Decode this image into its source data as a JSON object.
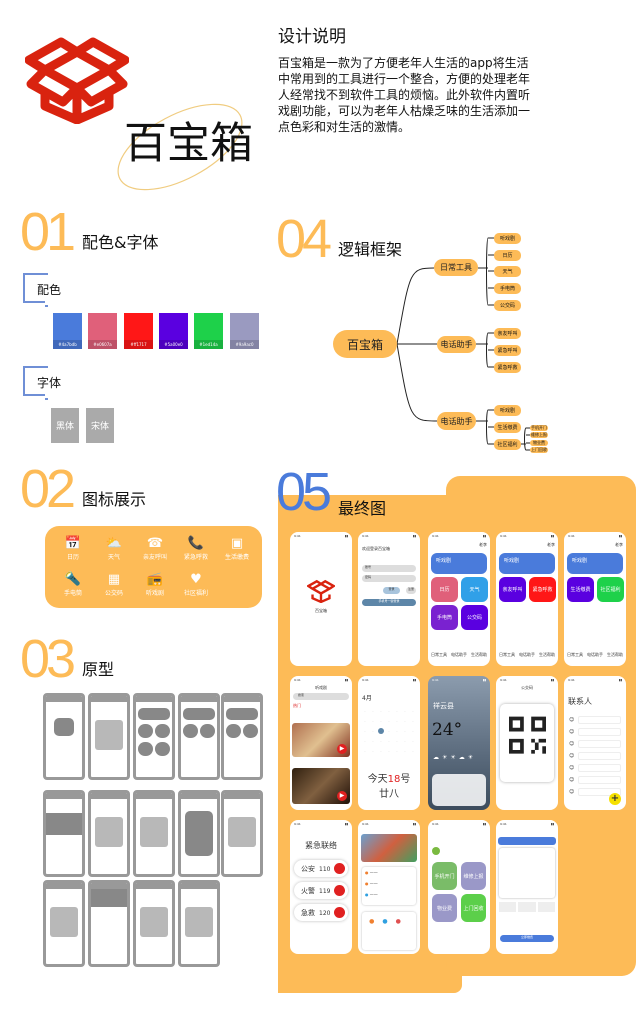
{
  "header": {
    "app_name": "百宝箱",
    "design_title": "设计说明",
    "design_text": "百宝箱是一款为了方便老年人生活的app将生活中常用到的工具进行一个整合，方便的处理老年人经常找不到软件工具的烦恼。此外软件内置听戏剧功能，可以为老年人枯燥乏味的生活添加一点色彩和对生活的激情。"
  },
  "colors": {
    "accent": "#FDBB57",
    "logo": "#D9230F",
    "number_blue": "#4A7BDB"
  },
  "section01": {
    "num": "01",
    "title": "配色&字体",
    "color_label": "配色",
    "font_label": "字体",
    "swatches": [
      {
        "hex": "#4a7bdb"
      },
      {
        "hex": "#e0607a"
      },
      {
        "hex": "#ff1717"
      },
      {
        "hex": "#5a00e0"
      },
      {
        "hex": "#1ed14a"
      },
      {
        "hex": "#9a9ac0"
      }
    ],
    "fonts": [
      "黑体",
      "宋体"
    ]
  },
  "section04": {
    "num": "04",
    "title": "逻辑框架",
    "root": "百宝箱",
    "branches": [
      {
        "label": "日常工具",
        "leaves": [
          "听戏剧",
          "日历",
          "天气",
          "手电筒",
          "公交码"
        ]
      },
      {
        "label": "电话助手",
        "leaves": [
          "亲友呼叫",
          "紧急呼叫",
          "紧急呼救"
        ]
      },
      {
        "label": "电话助手",
        "leaves": [
          "听戏剧",
          "生活缴费",
          "社区福利"
        ],
        "sub": [
          "手机开门",
          "维修上报",
          "物业费",
          "上门回收"
        ]
      }
    ]
  },
  "section02": {
    "num": "02",
    "title": "图标展示",
    "icons": [
      {
        "label": "日历",
        "glyph": "📅"
      },
      {
        "label": "天气",
        "glyph": "⛅"
      },
      {
        "label": "亲友呼叫",
        "glyph": "☎"
      },
      {
        "label": "紧急呼救",
        "glyph": "📞"
      },
      {
        "label": "生活缴费",
        "glyph": "▣"
      },
      {
        "label": "手电筒",
        "glyph": "🔦"
      },
      {
        "label": "公交码",
        "glyph": "▦"
      },
      {
        "label": "听戏剧",
        "glyph": "📻"
      },
      {
        "label": "社区福利",
        "glyph": "♥"
      }
    ]
  },
  "section03": {
    "num": "03",
    "title": "原型"
  },
  "section05": {
    "num": "05",
    "title": "最终图",
    "splash": {
      "name": "百宝箱"
    },
    "login": {
      "title": "欢迎登录百宝箱",
      "phone": "账号",
      "code": "密码",
      "btn1": "登录",
      "btn2": "注册",
      "btn3": "手机号一键登录"
    },
    "home": {
      "user": "老李",
      "banner": "听戏剧",
      "tiles1": [
        "日历",
        "天气",
        "手电筒",
        "公交码"
      ],
      "tiles2": [
        "亲友呼叫",
        "紧急呼救"
      ],
      "tiles3": [
        "生活缴费",
        "社区福利"
      ],
      "nav": [
        "日常工具",
        "电话助手",
        "生活帮助"
      ]
    },
    "opera": {
      "title": "听戏剧",
      "search": "搜索",
      "hot": "热门"
    },
    "calendar": {
      "month": "4月",
      "today": "今天",
      "day": "18",
      "unit": "号",
      "lunar": "廿八"
    },
    "weather": {
      "city": "祥云县",
      "temp": "24°"
    },
    "qr": {
      "title": "公交码"
    },
    "contacts": {
      "title": "联系人",
      "add": "+"
    },
    "emergency": {
      "title": "紧急联络",
      "items": [
        {
          "name": "公安",
          "num": "110"
        },
        {
          "name": "火警",
          "num": "119"
        },
        {
          "name": "急救",
          "num": "120"
        }
      ]
    },
    "services": {
      "t1": "手机开门",
      "t2": "维修上报",
      "t3": "物业费",
      "t4": "上门回收"
    },
    "payment": {
      "btn": "立即缴费"
    }
  }
}
